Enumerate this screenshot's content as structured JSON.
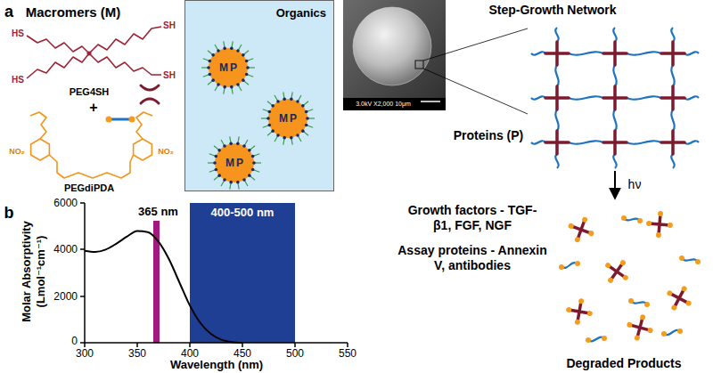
{
  "diagram": {
    "nodes": [
      {
        "text": [
          "Organics"
        ]
      },
      {
        "text": [
          "M",
          "P"
        ],
        "in": 0
      },
      {
        "text": [
          "M",
          "P"
        ],
        "in": 0
      },
      {
        "text": [
          "M",
          "P"
        ],
        "in": 0
      },
      {
        "text": [
          "365 nm"
        ]
      },
      {
        "text": [
          "400-500 nm"
        ]
      }
    ],
    "labels": [
      "a",
      "Macromers (M)",
      "HS",
      "SH",
      "HS",
      "SH",
      "PEG4SH",
      "+",
      "NO₂",
      "NO₂",
      "PEGdiPDA",
      "3.0kV X2,000 10μm",
      "Step-Growth Network",
      "Proteins (P)",
      "hν",
      "Growth factors - TGF-β1, FGF, NGF",
      "Assay proteins - Annexin V, antibodies",
      "Degraded Products",
      "b",
      "6000",
      "4000",
      "2000",
      "0",
      "300",
      "350",
      "400",
      "450",
      "500",
      "550",
      "Wavelength (nm)",
      "Molar Absorptivity (Lmol⁻¹cm⁻¹)"
    ]
  }
}
